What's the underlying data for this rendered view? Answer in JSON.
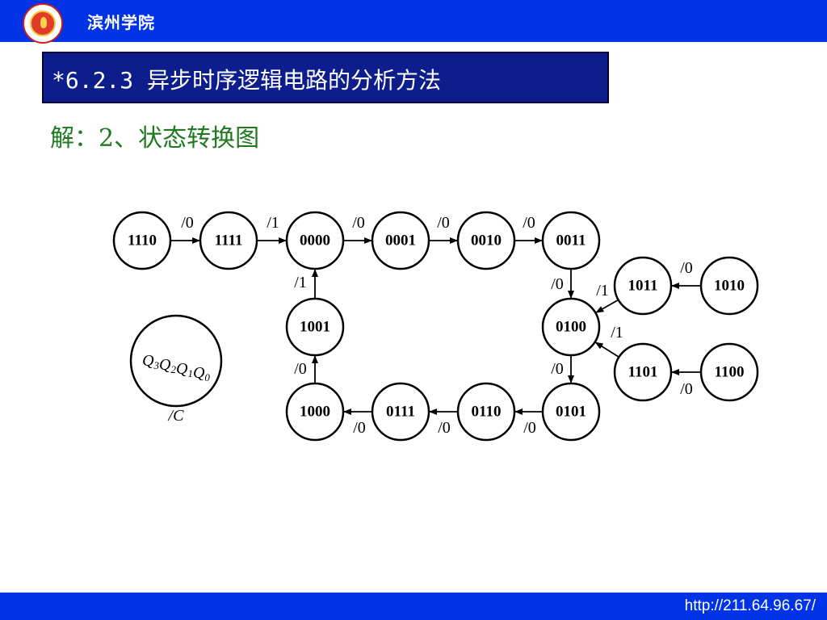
{
  "header": {
    "school_name": "滨州学院",
    "logo_icon": "school-emblem-icon"
  },
  "title": "*6.2.3 异步时序逻辑电路的分析方法",
  "subtitle": "解：2、状态转换图",
  "diagram": {
    "states": [
      {
        "id": "s1110",
        "label": "1110"
      },
      {
        "id": "s1111",
        "label": "1111"
      },
      {
        "id": "s0000",
        "label": "0000"
      },
      {
        "id": "s0001",
        "label": "0001"
      },
      {
        "id": "s0010",
        "label": "0010"
      },
      {
        "id": "s0011",
        "label": "0011"
      },
      {
        "id": "s1011",
        "label": "1011"
      },
      {
        "id": "s1010",
        "label": "1010"
      },
      {
        "id": "s0100",
        "label": "0100"
      },
      {
        "id": "s1101",
        "label": "1101"
      },
      {
        "id": "s1100",
        "label": "1100"
      },
      {
        "id": "s1001",
        "label": "1001"
      },
      {
        "id": "s1000",
        "label": "1000"
      },
      {
        "id": "s0111",
        "label": "0111"
      },
      {
        "id": "s0110",
        "label": "0110"
      },
      {
        "id": "s0101",
        "label": "0101"
      }
    ],
    "transitions": [
      {
        "from": "s1110",
        "to": "s1111",
        "label": "/0"
      },
      {
        "from": "s1111",
        "to": "s0000",
        "label": "/1"
      },
      {
        "from": "s0000",
        "to": "s0001",
        "label": "/0"
      },
      {
        "from": "s0001",
        "to": "s0010",
        "label": "/0"
      },
      {
        "from": "s0010",
        "to": "s0011",
        "label": "/0"
      },
      {
        "from": "s0011",
        "to": "s0100",
        "label": "/0"
      },
      {
        "from": "s1010",
        "to": "s1011",
        "label": "/0"
      },
      {
        "from": "s1011",
        "to": "s0100",
        "label": "/1"
      },
      {
        "from": "s1100",
        "to": "s1101",
        "label": "/0"
      },
      {
        "from": "s1101",
        "to": "s0100",
        "label": "/1"
      },
      {
        "from": "s0100",
        "to": "s0101",
        "label": "/0"
      },
      {
        "from": "s0101",
        "to": "s0110",
        "label": "/0"
      },
      {
        "from": "s0110",
        "to": "s0111",
        "label": "/0"
      },
      {
        "from": "s0111",
        "to": "s1000",
        "label": "/0"
      },
      {
        "from": "s1000",
        "to": "s1001",
        "label": "/0"
      },
      {
        "from": "s1001",
        "to": "s0000",
        "label": "/1"
      }
    ],
    "legend": {
      "state_parts": [
        {
          "base": "Q",
          "sub": "3"
        },
        {
          "base": "Q",
          "sub": "2"
        },
        {
          "base": "Q",
          "sub": "1"
        },
        {
          "base": "Q",
          "sub": "0"
        }
      ],
      "output_label": "/C"
    }
  },
  "footer": {
    "url": "http://211.64.96.67/"
  }
}
